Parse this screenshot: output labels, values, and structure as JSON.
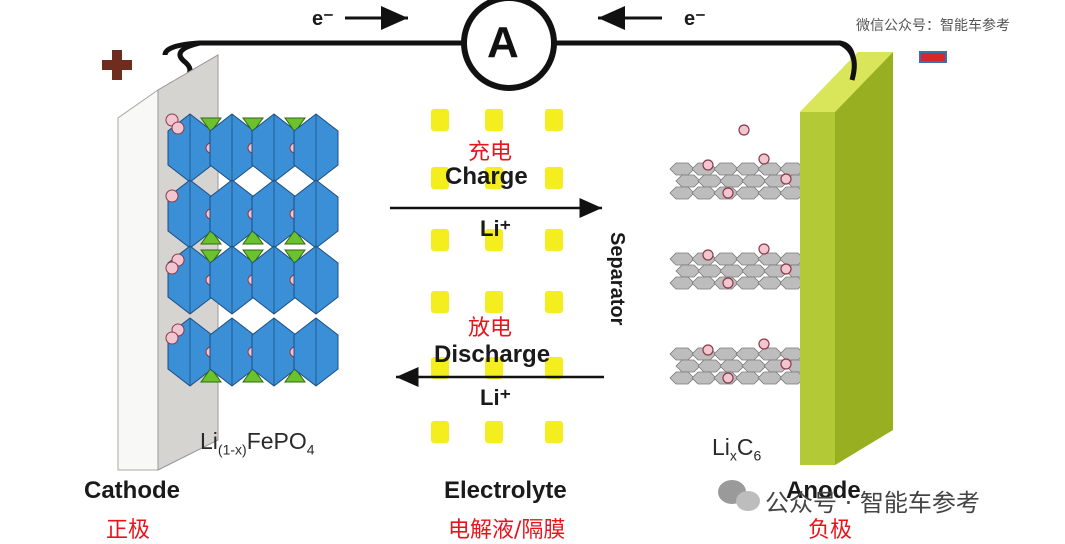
{
  "electrons": {
    "left": "e⁻",
    "right": "e⁻"
  },
  "ammeter": {
    "label": "A"
  },
  "terminals": {
    "positive_symbol": "+",
    "negative_symbol": "-"
  },
  "process": {
    "charge_cn": "充电",
    "charge_en": "Charge",
    "charge_ion": "Li⁺",
    "discharge_cn": "放电",
    "discharge_en": "Discharge",
    "discharge_ion": "Li⁺"
  },
  "separator_label": "Separator",
  "cathode": {
    "formula_base": "Li",
    "formula_sub": "(1-x)",
    "formula_rest": "FePO",
    "formula_sub2": "4",
    "label_en": "Cathode",
    "label_cn": "正极"
  },
  "electrolyte": {
    "label_en": "Electrolyte",
    "label_cn": "电解液/隔膜"
  },
  "anode": {
    "formula_base": "Li",
    "formula_sub": "x",
    "formula_rest": "C",
    "formula_sub2": "6",
    "label_en": "Anode",
    "label_cn": "负极"
  },
  "watermark": {
    "top_right": "微信公众号：智能车参考",
    "bottom_right": "公众号 · 智能车参考"
  },
  "colors": {
    "octahedron_blue": "#3b8fd6",
    "tetrahedron_green": "#6cc22d",
    "anode_plate": "#a8c22a",
    "separator_yellow": "#f4ee1e",
    "charge_text_red": "#e8141c",
    "ion_pink": "#f2c6d0"
  }
}
